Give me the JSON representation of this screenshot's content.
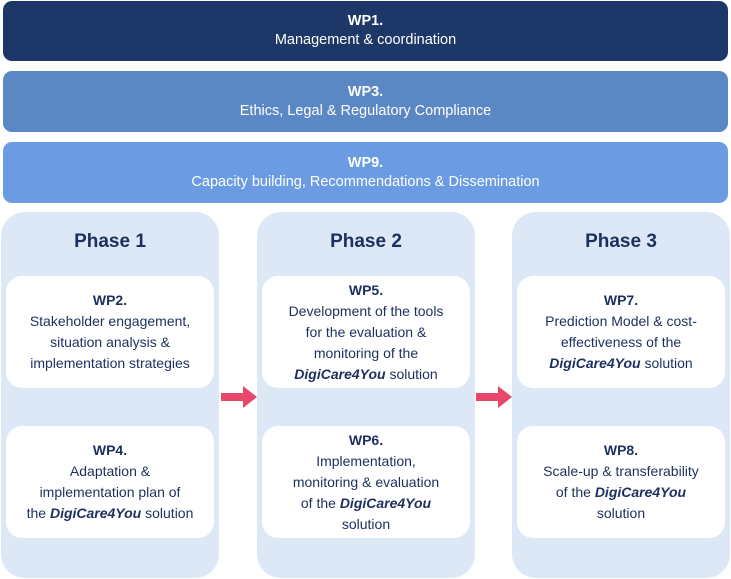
{
  "bars": {
    "wp1": {
      "code": "WP1.",
      "title": "Management & coordination"
    },
    "wp3": {
      "code": "WP3.",
      "title": "Ethics, Legal & Regulatory Compliance"
    },
    "wp9": {
      "code": "WP9.",
      "title": "Capacity building, Recommendations & Dissemination"
    }
  },
  "phases": {
    "p1": {
      "title": "Phase 1",
      "top": {
        "code": "WP2.",
        "lines": [
          "Stakeholder engagement,",
          "situation analysis &",
          "implementation strategies"
        ]
      },
      "bottom": {
        "code": "WP4.",
        "l1": "Adaptation &",
        "l2": "implementation plan of",
        "l3_pre": "the ",
        "brand": "DigiCare4You",
        "l3_post": " solution"
      }
    },
    "p2": {
      "title": "Phase 2",
      "top": {
        "code": "WP5.",
        "l1": "Development of the tools",
        "l2": "for the evaluation &",
        "l3": "monitoring of the",
        "brand": "DigiCare4You",
        "l4_post": " solution"
      },
      "bottom": {
        "code": "WP6.",
        "l1": "Implementation,",
        "l2": "monitoring & evaluation",
        "l3_pre": "of the ",
        "brand": "DigiCare4You",
        "l4": "solution"
      }
    },
    "p3": {
      "title": "Phase 3",
      "top": {
        "code": "WP7.",
        "l1": "Prediction Model & cost-",
        "l2": "effectiveness of the",
        "brand": "DigiCare4You",
        "l3_post": " solution"
      },
      "bottom": {
        "code": "WP8.",
        "l1": "Scale-up & transferability",
        "l2_pre": "of the ",
        "brand": "DigiCare4You",
        "l3": "solution"
      }
    }
  },
  "colors": {
    "wp1": "#1c3768",
    "wp3": "#5b87c5",
    "wp9": "#6b9ce3",
    "phase_bg": "#dce8f6",
    "arrow": "#e8476a",
    "text": "#1c2f5e"
  }
}
